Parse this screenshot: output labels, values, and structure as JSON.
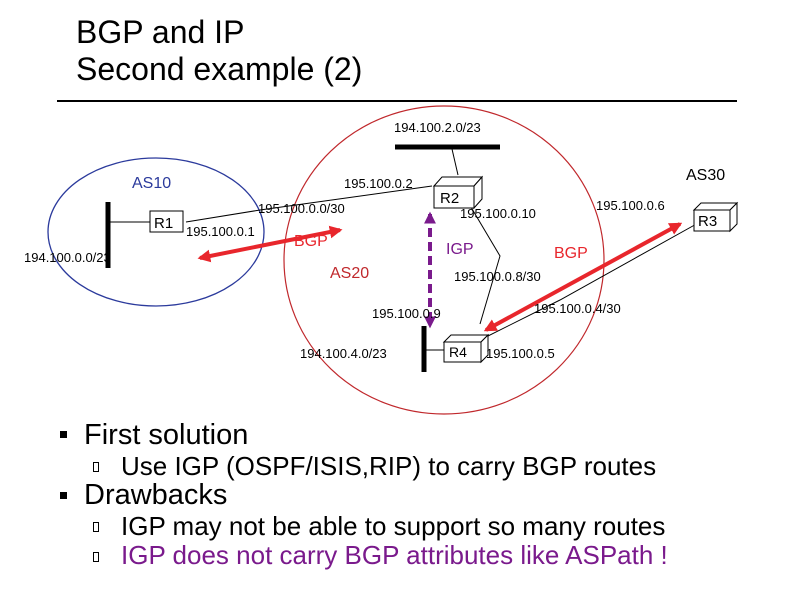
{
  "title": {
    "line1": "BGP and IP",
    "line2": "Second example (2)"
  },
  "diagram": {
    "as10": "AS10",
    "as20": "AS20",
    "as30": "AS30",
    "routers": {
      "r1": "R1",
      "r2": "R2",
      "r3": "R3",
      "r4": "R4"
    },
    "addresses": {
      "top_lan": "194.100.2.0/23",
      "r2_r1_side": "195.100.0.2",
      "r1_r2_link": "195.100.0.0/30",
      "r1_if": "195.100.0.1",
      "as10_lan": "194.100.0.0/23",
      "r2_r4_side": "195.100.0.10",
      "r3_if": "195.100.0.6",
      "r2_r4_link": "195.100.0.8/30",
      "r4_r3_link": "195.100.0.4/30",
      "r4_r2_side": "195.100.0.9",
      "bottom_lan": "194.100.4.0/23",
      "r4_if": "195.100.0.5"
    },
    "sessions": {
      "bgp_left": "BGP",
      "igp": "IGP",
      "bgp_right": "BGP"
    },
    "colors": {
      "as10_oval": "#2b3a9c",
      "as20_oval": "#c0282c",
      "bgp_arrow": "#e8262c",
      "igp_arrow": "#7a1a8c"
    }
  },
  "bullets": {
    "first_solution": "First solution",
    "use_igp": "Use IGP (OSPF/ISIS,RIP) to carry BGP routes",
    "drawbacks": "Drawbacks",
    "drawback1": "IGP may not be able to support so many routes",
    "drawback2": "IGP does not carry BGP attributes like ASPath !"
  }
}
